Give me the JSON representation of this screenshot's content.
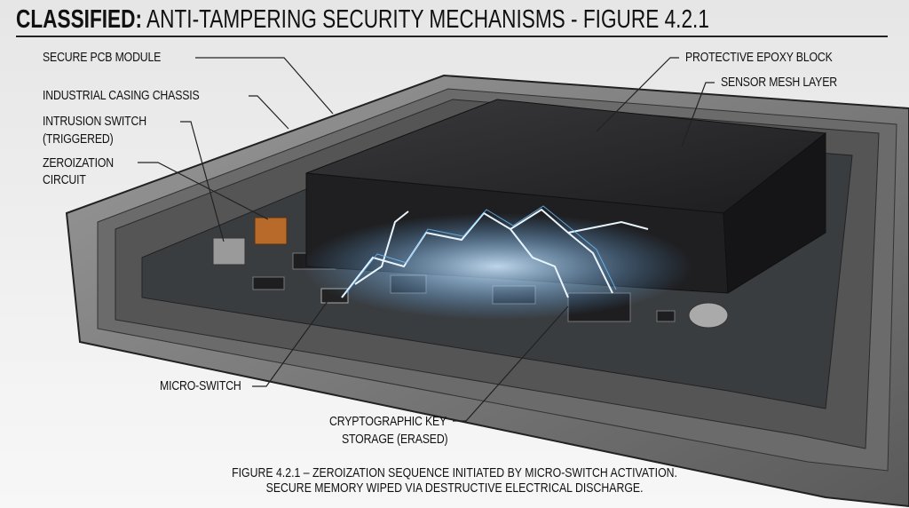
{
  "title": {
    "bold": "CLASSIFIED:",
    "rest": " ANTI-TAMPERING SECURITY MECHANISMS - FIGURE 4.2.1"
  },
  "labels": {
    "secure_pcb": "SECURE PCB MODULE",
    "casing": "INDUSTRIAL CASING CHASSIS",
    "intrusion_1": "INTRUSION SWITCH",
    "intrusion_2": "(TRIGGERED)",
    "zeroization_1": "ZEROIZATION",
    "zeroization_2": "CIRCUIT",
    "epoxy": "PROTECTIVE EPOXY BLOCK",
    "mesh": "SENSOR MESH LAYER",
    "micro_switch": "MICRO-SWITCH",
    "crypto_1": "CRYPTOGRAPHIC KEY",
    "crypto_2": "STORAGE (ERASED)"
  },
  "caption": {
    "line1": "FIGURE 4.2.1 – ZEROIZATION SEQUENCE INITIATED BY MICRO-SWITCH ACTIVATION.",
    "line2": "SECURE MEMORY WIPED VIA DESTRUCTIVE ELECTRICAL DISCHARGE."
  },
  "colors": {
    "casing": "#7d7d7d",
    "epoxy": "#2a2a2c",
    "pcb": "#3a3d40",
    "spark": "#7fc8ff"
  }
}
